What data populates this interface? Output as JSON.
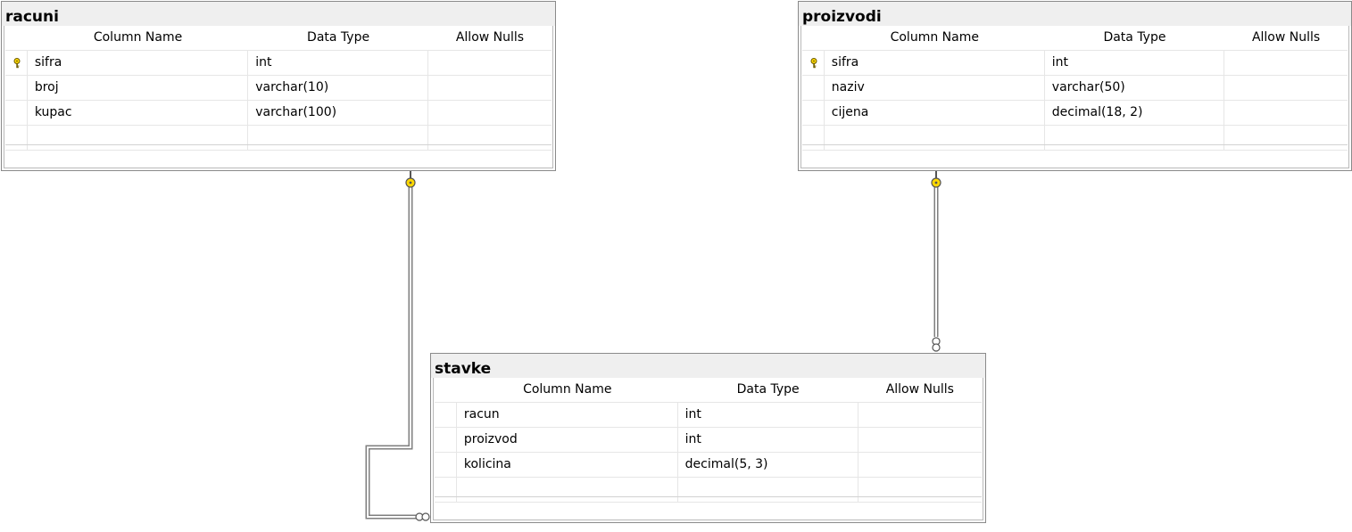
{
  "tables": {
    "racuni": {
      "title": "racuni",
      "header": {
        "name": "Column Name",
        "type": "Data Type",
        "nulls": "Allow Nulls"
      },
      "rows": [
        {
          "name": "sifra",
          "type": "int",
          "pk": true
        },
        {
          "name": "broj",
          "type": "varchar(10)"
        },
        {
          "name": "kupac",
          "type": "varchar(100)"
        },
        {
          "name": "",
          "type": ""
        }
      ]
    },
    "proizvodi": {
      "title": "proizvodi",
      "header": {
        "name": "Column Name",
        "type": "Data Type",
        "nulls": "Allow Nulls"
      },
      "rows": [
        {
          "name": "sifra",
          "type": "int",
          "pk": true
        },
        {
          "name": "naziv",
          "type": "varchar(50)"
        },
        {
          "name": "cijena",
          "type": "decimal(18, 2)"
        },
        {
          "name": "",
          "type": ""
        }
      ]
    },
    "stavke": {
      "title": "stavke",
      "header": {
        "name": "Column Name",
        "type": "Data Type",
        "nulls": "Allow Nulls"
      },
      "rows": [
        {
          "name": "racun",
          "type": "int"
        },
        {
          "name": "proizvod",
          "type": "int"
        },
        {
          "name": "kolicina",
          "type": "decimal(5, 3)"
        },
        {
          "name": "",
          "type": ""
        }
      ]
    }
  },
  "colors": {
    "key": "#ffd800",
    "line": "#7f7f7f",
    "header_bg": "#efefef"
  },
  "relationships": [
    {
      "from": "racuni",
      "to": "stavke",
      "one_end": "key-icon",
      "many_end": "infinity-icon"
    },
    {
      "from": "proizvodi",
      "to": "stavke",
      "one_end": "key-icon",
      "many_end": "infinity-icon"
    }
  ]
}
